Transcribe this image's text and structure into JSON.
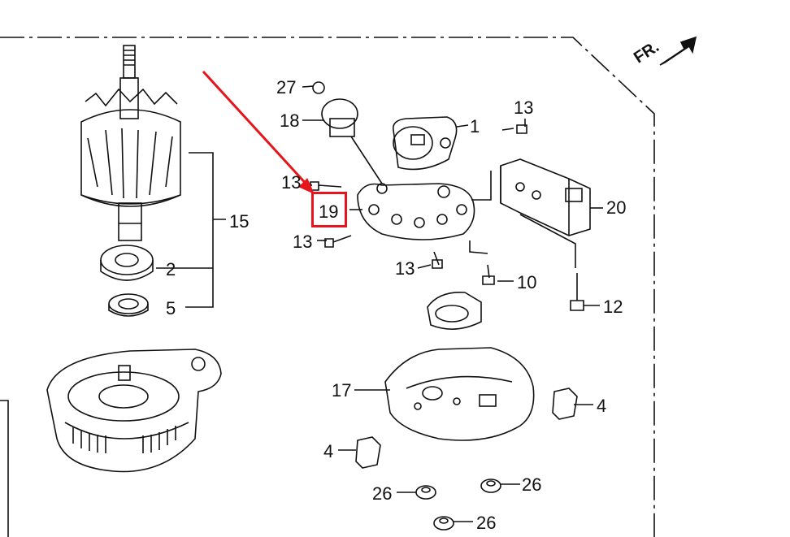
{
  "diagram": {
    "front_marker": "FR.",
    "highlight_color": "#e8141b",
    "highlighted_part": "19",
    "callouts": {
      "p27": "27",
      "p18": "18",
      "p1": "1",
      "p13a": "13",
      "p13b": "13",
      "p19": "19",
      "p13c": "13",
      "p13d": "13",
      "p20": "20",
      "p15": "15",
      "p2": "2",
      "p5": "5",
      "p10": "10",
      "p12": "12",
      "p17": "17",
      "p4a": "4",
      "p4b": "4",
      "p26a": "26",
      "p26b": "26",
      "p26c": "26"
    },
    "icons": [
      "rotor-icon",
      "bearing-icon",
      "seal-ring-icon",
      "end-housing-icon",
      "brush-holder-icon",
      "regulator-icon",
      "rectifier-icon",
      "terminal-block-icon",
      "rear-cover-icon",
      "nut-icon",
      "bolt-icon",
      "insulator-icon",
      "front-arrow-icon"
    ]
  }
}
